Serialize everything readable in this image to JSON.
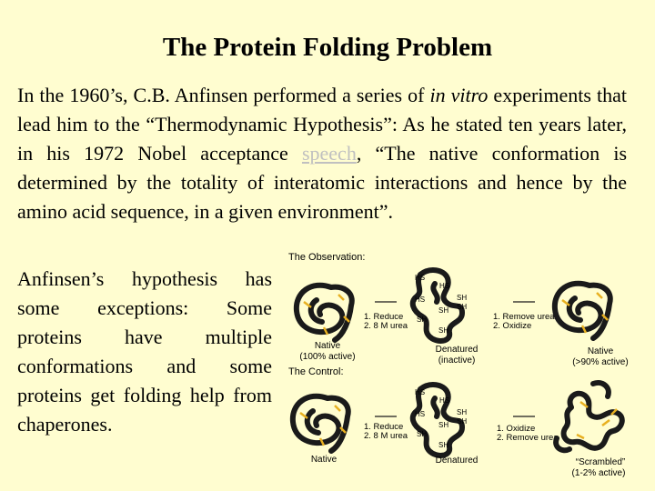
{
  "slide": {
    "title": "The Protein Folding Problem",
    "para1": {
      "intro": "In the 1960’s, C.B. Anfinsen performed a series of ",
      "italic": "in vitro",
      "middle": " experiments that lead him to the “Thermodynamic Hypothesis”: As he stated ten years later, in his 1972 Nobel acceptance ",
      "link": "speech",
      "end": ", “The native conformation is determined by the totality of interatomic interactions and hence by the amino acid sequence, in a given environment”."
    },
    "para2": "Anfinsen’s hypothesis has some exceptions: Some proteins have multiple conformations and some proteins get folding help from chaperones."
  },
  "figure": {
    "observation_title": "The Observation:",
    "control_title": "The Control:",
    "obs": {
      "step1_a": "1. Reduce",
      "step1_b": "2. 8 M urea",
      "step2_a": "1. Remove urea",
      "step2_b": "2. Oxidize",
      "native_label": "Native",
      "native_sub": "(100% active)",
      "denatured_label": "Denatured",
      "denatured_sub": "(inactive)",
      "renatured_label": "Native",
      "renatured_sub": "(>90% active)"
    },
    "ctrl": {
      "step1_a": "1. Reduce",
      "step1_b": "2. 8 M urea",
      "step2_a": "1. Oxidize",
      "step2_b": "2. Remove urea",
      "native_label": "Native",
      "denatured_label": "Denatured",
      "scrambled_label": "“Scrambled”",
      "scrambled_sub": "(1-2% active)"
    },
    "groups": {
      "hs": "HS",
      "sh": "SH"
    },
    "colors": {
      "chain": "#1a1a1a",
      "disulfide": "#e8b020",
      "background": "#fffdd0"
    }
  }
}
